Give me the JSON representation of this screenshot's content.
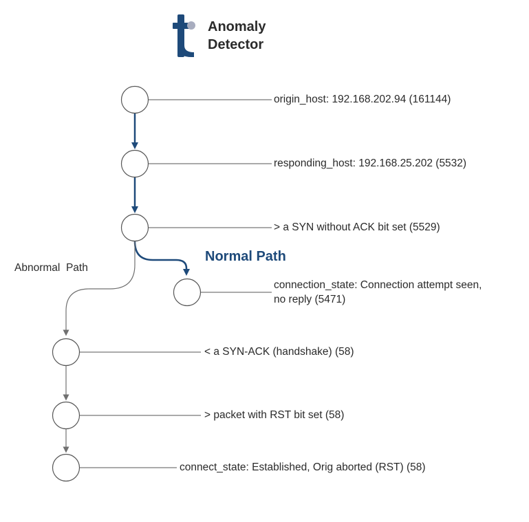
{
  "logo": {
    "line1": "Anomaly",
    "line2": "Detector",
    "brand_color": "#1e4a7a",
    "dot_color": "#a8adbf",
    "icon": "t-logo-icon"
  },
  "path_labels": {
    "normal": "Normal Path",
    "abnormal": "Abnormal  Path"
  },
  "nodes": [
    {
      "id": "n1",
      "label": "origin_host: 192.168.202.94 (161144)"
    },
    {
      "id": "n2",
      "label": "responding_host: 192.168.25.202 (5532)"
    },
    {
      "id": "n3",
      "label": "> a SYN without ACK bit set (5529)"
    },
    {
      "id": "n4",
      "label_line1": "connection_state: Connection attempt seen,",
      "label_line2": "no reply (5471)"
    },
    {
      "id": "n5",
      "label": "< a SYN-ACK (handshake) (58)"
    },
    {
      "id": "n6",
      "label": "> packet with RST bit set (58)"
    },
    {
      "id": "n7",
      "label": "connect_state: Established, Orig aborted (RST) (58)"
    }
  ],
  "colors": {
    "normal_path": "#1e4a7a",
    "abnormal_path": "#707070",
    "node_stroke": "#555555",
    "leader_line": "#555555"
  }
}
